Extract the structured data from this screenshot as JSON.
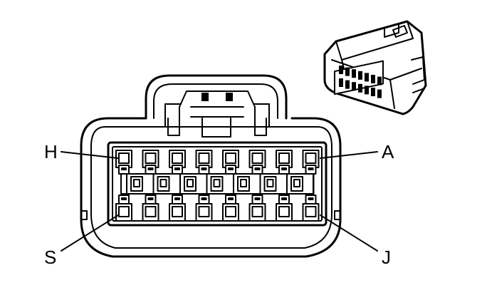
{
  "labels": {
    "top_left": "H",
    "top_right": "A",
    "bottom_left": "S",
    "bottom_right": "J"
  },
  "colors": {
    "line": "#000000",
    "background": "#ffffff"
  }
}
